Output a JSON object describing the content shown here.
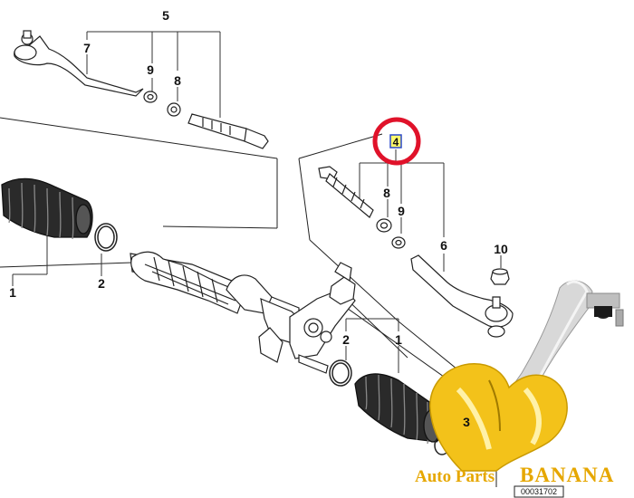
{
  "callouts": {
    "top_group": "5",
    "top_tie_rod_end": "7",
    "top_nut_9": "9",
    "top_nut_8": "8",
    "left_boot": "1",
    "left_clamp": "2",
    "right_group": "4",
    "right_nut_8": "8",
    "right_nut_9": "9",
    "right_tie_rod_end": "6",
    "self_lock_nut": "10",
    "right_clamp": "2",
    "right_boot": "1",
    "boot_clamp_small": "3"
  },
  "reference_number": "00031702",
  "watermark": {
    "line_a": "Auto Parts",
    "line_b": "BANANA"
  },
  "colors": {
    "highlight_ring": "#e0122a",
    "highlight_box": "#2a49c9",
    "brand_yellow": "#f3c21a",
    "brand_text": "#e6a700"
  }
}
